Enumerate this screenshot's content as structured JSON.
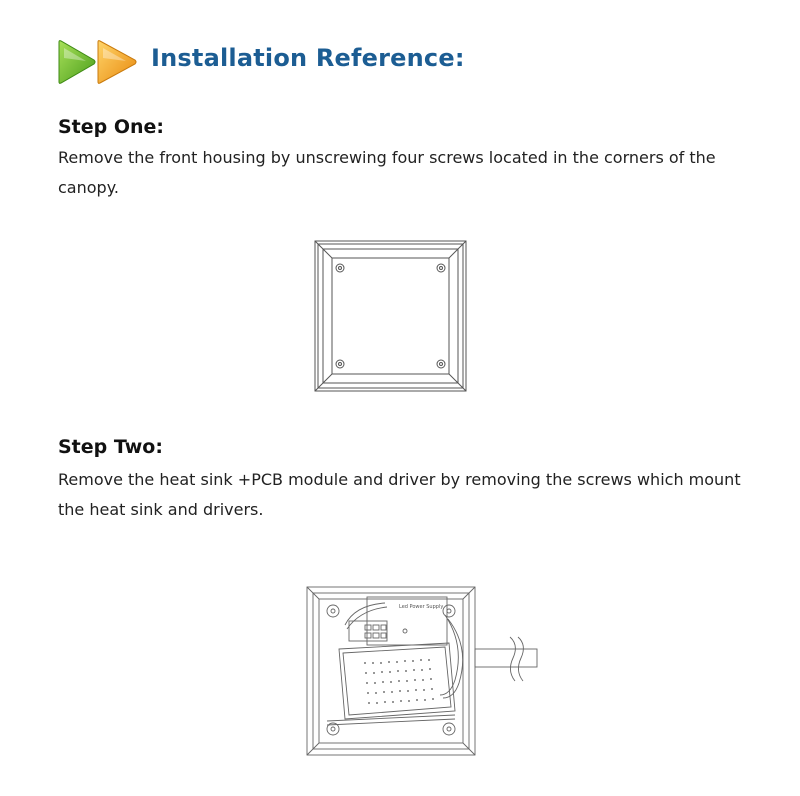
{
  "header": {
    "title": "Installation Reference:",
    "icon": "double-play-arrows-icon",
    "colors": {
      "title": "#1c5d93",
      "arrow_green": "#6cbd2a",
      "arrow_orange": "#f3a51c"
    }
  },
  "steps": [
    {
      "heading": "Step One:",
      "text": "Remove the front housing by unscrewing four screws located in the corners of the canopy.",
      "figure": "front-housing-diagram"
    },
    {
      "heading": "Step Two:",
      "text": "Remove the heat sink +PCB module and driver by removing the screws which mount the heat sink and drivers.",
      "figure": "heat-sink-pcb-driver-diagram",
      "figure_label": "Led Power Supply"
    }
  ]
}
